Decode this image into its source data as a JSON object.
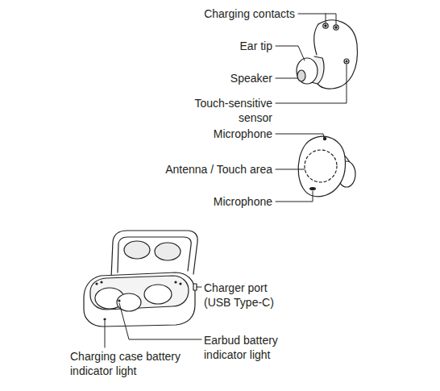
{
  "diagram": {
    "labels": [
      "Charging contacts",
      "Ear tip",
      "Speaker",
      "Touch-sensitive sensor",
      "Microphone",
      "Antenna / Touch area",
      "Microphone",
      "Charger port (USB Type-C)",
      "Earbud battery indicator light",
      "Charging case battery indicator light"
    ]
  }
}
